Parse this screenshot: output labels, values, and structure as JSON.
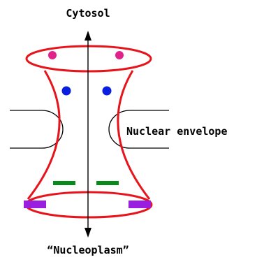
{
  "diagram": {
    "labels": {
      "top": "Cytosol",
      "right": "Nuclear envelope",
      "bottom": "“Nucleoplasm”"
    },
    "colors": {
      "pore": "#e8141c",
      "envelope": "#000000",
      "axis": "#000000",
      "cytoplasmic_dots": "#e0228a",
      "central_dots": "#0a1ee0",
      "green_bars": "#0a8a1a",
      "purple_bars": "#9a1ee0"
    }
  }
}
